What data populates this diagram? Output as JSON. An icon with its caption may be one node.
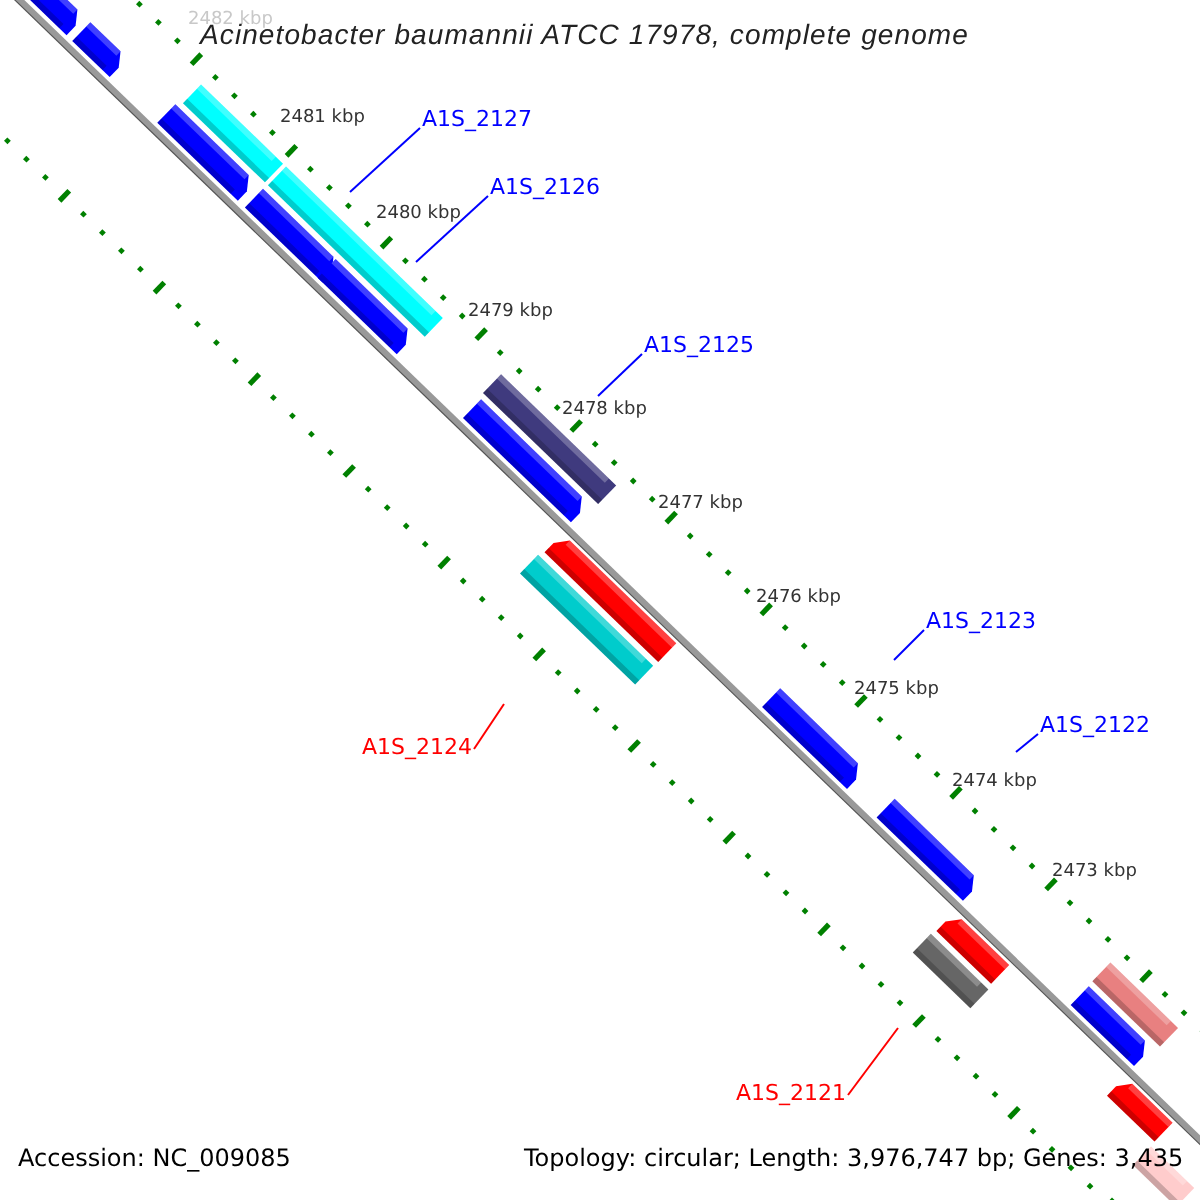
{
  "diagram": {
    "title": "Acinetobacter baumannii ATCC 17978, complete genome",
    "nodes": [
      {
        "text": [
          "A1S_2127"
        ]
      },
      {
        "text": [
          "A1S_2126"
        ]
      },
      {
        "text": [
          "A1S_2125"
        ]
      },
      {
        "text": [
          "A1S_2123"
        ]
      },
      {
        "text": [
          "A1S_2122"
        ]
      },
      {
        "text": [
          "A1S_2124"
        ]
      },
      {
        "text": [
          "A1S_2121"
        ]
      }
    ],
    "edges": [
      {
        "from": 0,
        "to": null,
        "arrow": "none"
      },
      {
        "from": 1,
        "to": null,
        "arrow": "none"
      },
      {
        "from": 2,
        "to": null,
        "arrow": "none"
      },
      {
        "from": 3,
        "to": null,
        "arrow": "none"
      },
      {
        "from": 4,
        "to": null,
        "arrow": "none"
      },
      {
        "from": 5,
        "to": null,
        "arrow": "none",
        "color": "#ff0000"
      },
      {
        "from": 6,
        "to": null,
        "arrow": "none",
        "color": "#ff0000"
      }
    ],
    "labels": [
      "2482 kbp",
      "2481 kbp",
      "2480 kbp",
      "2479 kbp",
      "2478 kbp",
      "2477 kbp",
      "2476 kbp",
      "2475 kbp",
      "2474 kbp",
      "2473 kbp",
      "Accession: NC_009085",
      "Topology: circular; Length: 3,976,747 bp; Genes: 3,435"
    ]
  }
}
